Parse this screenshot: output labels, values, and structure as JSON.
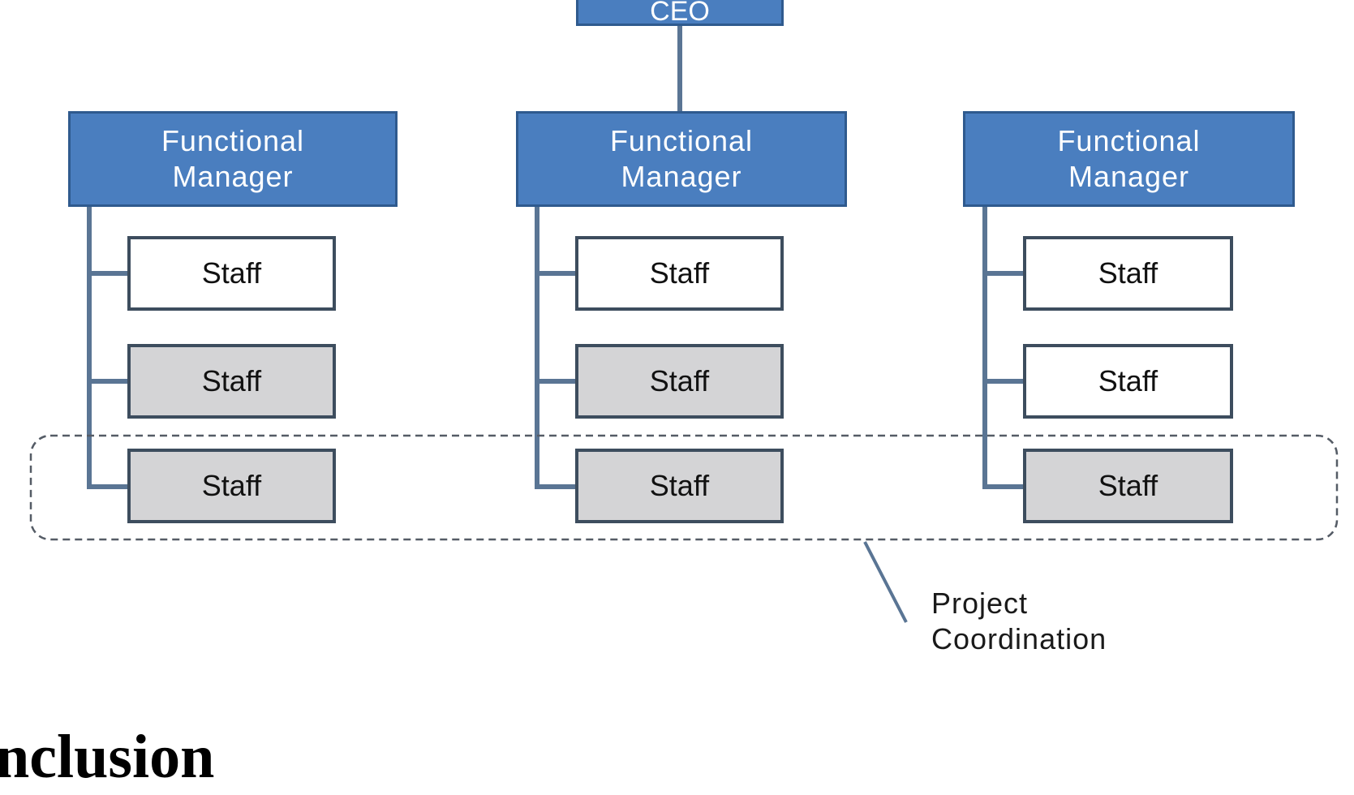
{
  "diagram": {
    "top_box_label": "CEO",
    "departments": [
      {
        "manager_label": "Functional\nManager",
        "staff": [
          {
            "label": "Staff",
            "fill": "white"
          },
          {
            "label": "Staff",
            "fill": "grey"
          },
          {
            "label": "Staff",
            "fill": "grey"
          }
        ]
      },
      {
        "manager_label": "Functional\nManager",
        "staff": [
          {
            "label": "Staff",
            "fill": "white"
          },
          {
            "label": "Staff",
            "fill": "grey"
          },
          {
            "label": "Staff",
            "fill": "grey"
          }
        ]
      },
      {
        "manager_label": "Functional\nManager",
        "staff": [
          {
            "label": "Staff",
            "fill": "white"
          },
          {
            "label": "Staff",
            "fill": "white"
          },
          {
            "label": "Staff",
            "fill": "grey"
          }
        ]
      }
    ],
    "coordination_label": "Project\nCoordination",
    "colors": {
      "manager_fill": "#4a7ebf",
      "manager_border": "#2f5a8e",
      "staff_border": "#3d4d5e",
      "staff_grey_fill": "#d4d4d6",
      "connector": "#5a7594"
    }
  },
  "page": {
    "heading_fragment": "nclusion"
  }
}
